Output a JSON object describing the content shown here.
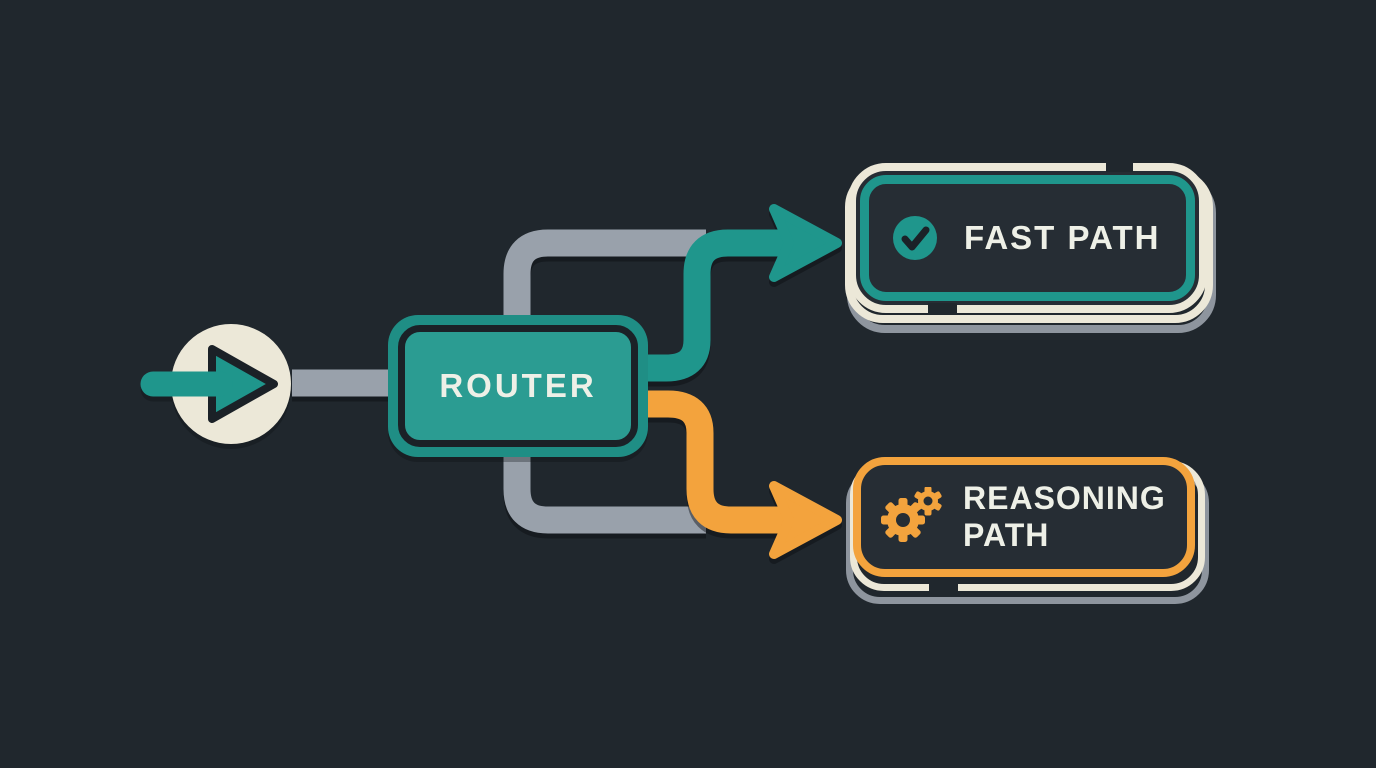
{
  "colors": {
    "background": "#20272d",
    "box_fill": "#262d34",
    "teal": "#1f968c",
    "teal_ring": "#1f8e85",
    "router_fill": "#2b9c92",
    "orange": "#f3a33d",
    "gray_path": "#99a1ab",
    "layer_gray": "#8e959e",
    "cream": "#ece8d8",
    "text_light": "#eef0e7",
    "outline_dark": "#1b2127"
  },
  "diagram": {
    "input": {
      "icon": "arrow-right-icon"
    },
    "router": {
      "label": "ROUTER"
    },
    "branches": [
      {
        "label": "FAST PATH",
        "icon": "check-icon",
        "accent": "#1f968c"
      },
      {
        "label": "REASONING PATH",
        "icon": "gears-icon",
        "accent": "#f3a33d"
      }
    ]
  }
}
